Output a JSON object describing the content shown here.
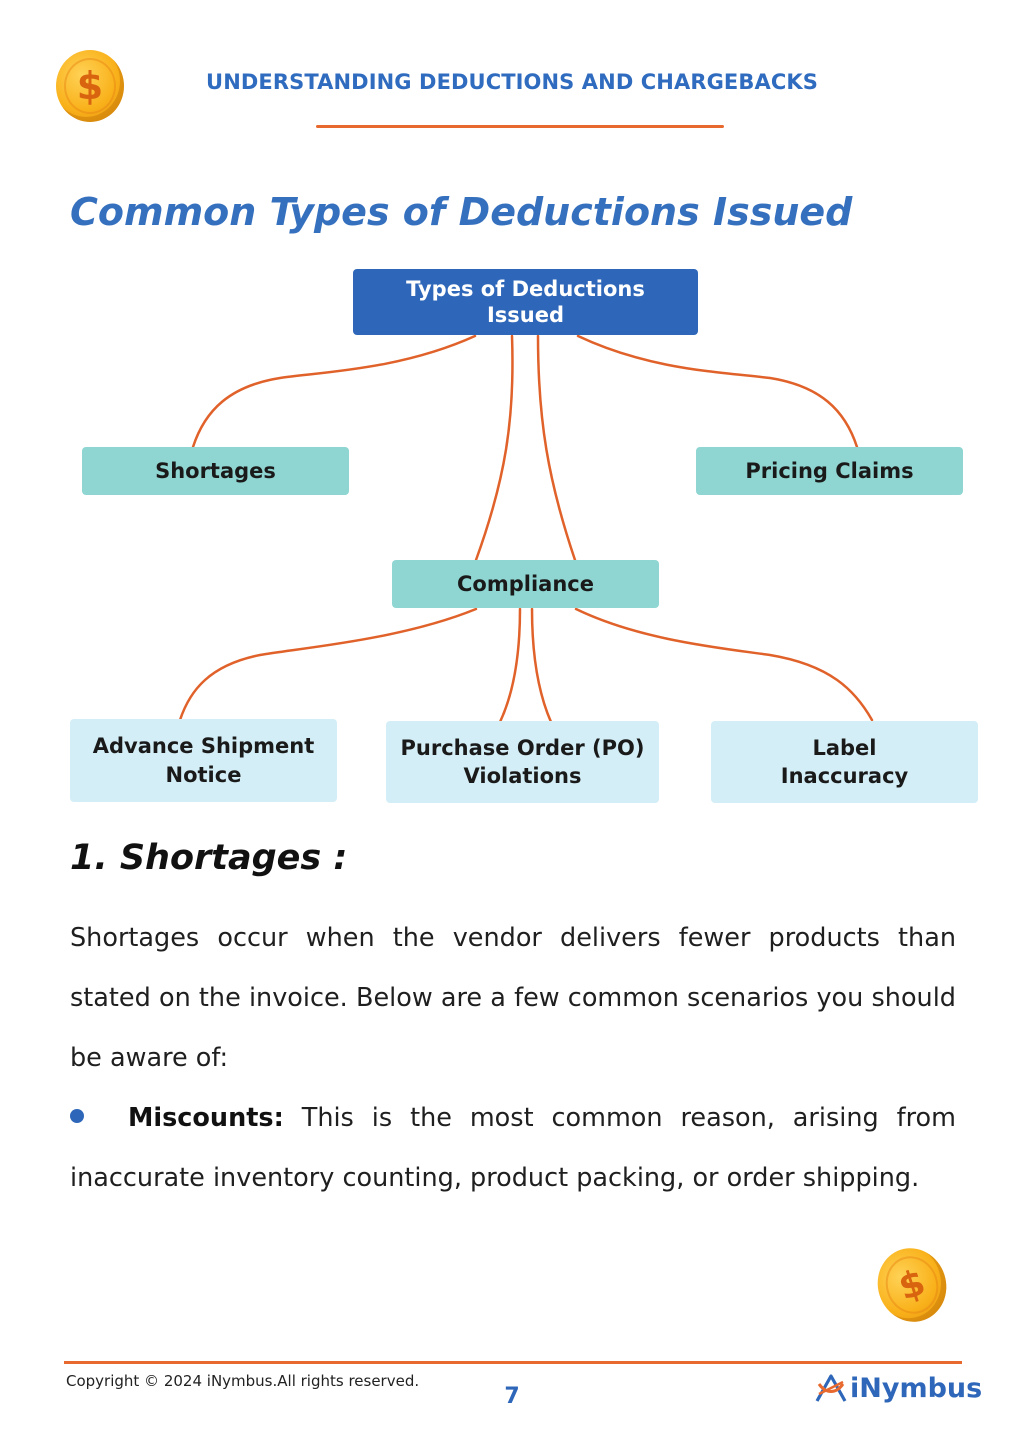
{
  "header": {
    "title": "UNDERSTANDING DEDUCTIONS AND CHARGEBACKS"
  },
  "section_title": "Common Types of Deductions Issued",
  "diagram": {
    "root": "Types of Deductions\nIssued",
    "level1": {
      "left": "Shortages",
      "right": "Pricing Claims",
      "center": "Compliance"
    },
    "level2": {
      "left": "Advance Shipment\nNotice",
      "center": "Purchase Order (PO)\nViolations",
      "right": "Label\nInaccuracy"
    },
    "connector_color": "#e0622a"
  },
  "subsection": {
    "heading": "1. Shortages :",
    "paragraph": "Shortages occur when the vendor delivers fewer products than stated on the invoice. Below are a few common scenarios you should be aware of:",
    "bullets": [
      {
        "term": "Miscounts:",
        "text": " This is the most common reason, arising from inaccurate inventory counting, product packing, or order shipping."
      }
    ]
  },
  "footer": {
    "copyright": "Copyright © 2024 iNymbus.All rights reserved.",
    "page_number": "7",
    "brand": "iNymbus"
  },
  "icons": {
    "coin": "dollar-coin-icon",
    "brand_logo": "inymbus-logo-icon"
  },
  "colors": {
    "accent_blue": "#2e67b9",
    "accent_orange": "#e8692e",
    "teal_node": "#8fd6d2",
    "light_node": "#d3eef6"
  }
}
